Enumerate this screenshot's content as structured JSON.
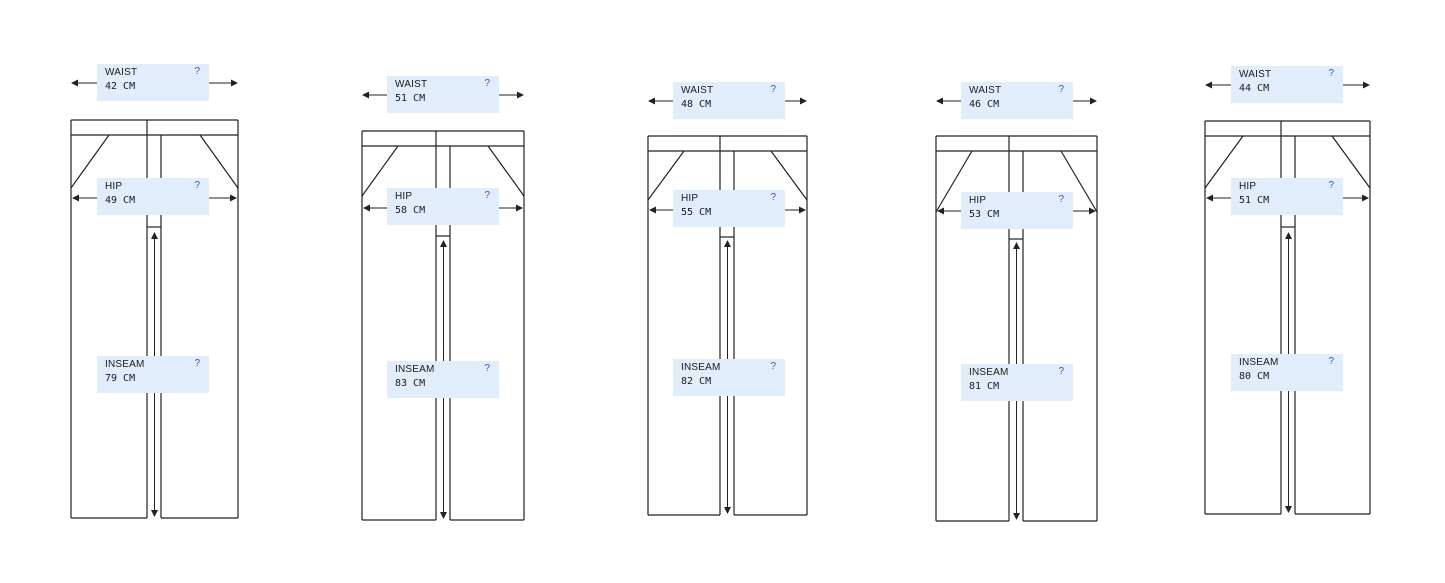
{
  "help_symbol": "?",
  "colors": {
    "label_bg": "#e2edfb",
    "help": "#3a4fbf",
    "stroke": "#222222"
  },
  "garments": [
    {
      "waist": {
        "name": "WAIST",
        "value": "42 CM"
      },
      "hip": {
        "name": "HIP",
        "value": "49 CM"
      },
      "inseam": {
        "name": "INSEAM",
        "value": "79 CM"
      }
    },
    {
      "waist": {
        "name": "WAIST",
        "value": "51 CM"
      },
      "hip": {
        "name": "HIP",
        "value": "58 CM"
      },
      "inseam": {
        "name": "INSEAM",
        "value": "83 CM"
      }
    },
    {
      "waist": {
        "name": "WAIST",
        "value": "48 CM"
      },
      "hip": {
        "name": "HIP",
        "value": "55 CM"
      },
      "inseam": {
        "name": "INSEAM",
        "value": "82 CM"
      }
    },
    {
      "waist": {
        "name": "WAIST",
        "value": "46 CM"
      },
      "hip": {
        "name": "HIP",
        "value": "53 CM"
      },
      "inseam": {
        "name": "INSEAM",
        "value": "81 CM"
      }
    },
    {
      "waist": {
        "name": "WAIST",
        "value": "44 CM"
      },
      "hip": {
        "name": "HIP",
        "value": "51 CM"
      },
      "inseam": {
        "name": "INSEAM",
        "value": "80 CM"
      }
    }
  ]
}
